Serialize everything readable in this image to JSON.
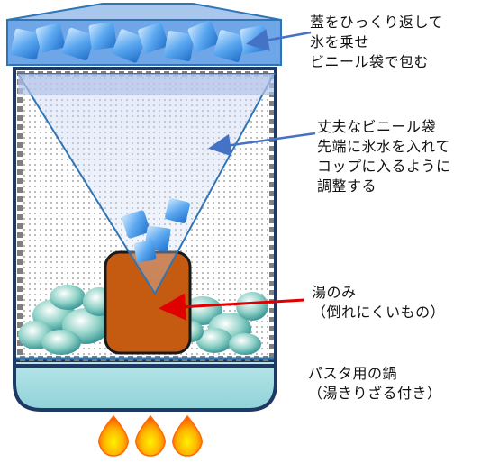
{
  "labels": {
    "lid": {
      "line1": "蓋をひっくり返して",
      "line2": "氷を乗せ",
      "line3": "ビニール袋で包む"
    },
    "bag": {
      "line1": "丈夫なビニール袋",
      "line2": "先端に氷水を入れて",
      "line3": "コップに入るように",
      "line4": "調整する"
    },
    "cup": {
      "line1": "湯のみ",
      "line2": "（倒れにくいもの）"
    },
    "pot": {
      "line1": "パスタ用の鍋",
      "line2": "（湯きりざる付き）"
    }
  },
  "colors": {
    "pot_outline": "#1f3864",
    "strainer": "#7f7f7f",
    "water": "#9fd9df",
    "ice": "#3d8fe0",
    "cup": "#c55a11",
    "pointer_blue": "#4472c4",
    "pointer_red": "#e00000",
    "flame_outer": "#ff6a00",
    "flame_inner": "#ffe100"
  },
  "icons": [
    "ice-cube-icon",
    "flame-icon"
  ]
}
